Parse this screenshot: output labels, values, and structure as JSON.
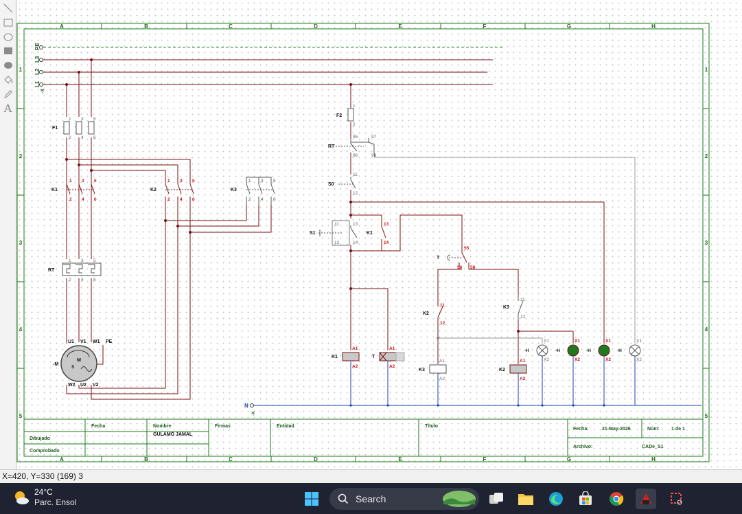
{
  "toolbar": {
    "tools": [
      "line-tool-icon",
      "rectangle-tool-icon",
      "ellipse-tool-icon",
      "filled-rectangle-tool-icon",
      "filled-ellipse-tool-icon",
      "fill-bucket-icon",
      "pen-icon",
      "text-tool-icon"
    ]
  },
  "frame": {
    "columns": [
      "A",
      "B",
      "C",
      "D",
      "E",
      "F",
      "G",
      "H"
    ],
    "rows": [
      "1",
      "2",
      "3",
      "4",
      "5"
    ]
  },
  "power": {
    "terminal_label": "-X",
    "lines": [
      "PE",
      "L3",
      "L2",
      "L1"
    ],
    "f1": {
      "label": "F1",
      "top": [
        "1",
        "3",
        "5"
      ],
      "bottom": [
        "2",
        "4",
        "6"
      ]
    },
    "k1": {
      "label": "K1",
      "top": [
        "1",
        "3",
        "5"
      ],
      "bottom": [
        "2",
        "4",
        "6"
      ]
    },
    "k2": {
      "label": "K2",
      "top": [
        "1",
        "3",
        "5"
      ],
      "bottom": [
        "2",
        "4",
        "6"
      ]
    },
    "k3": {
      "label": "K3",
      "top": [
        "1",
        "3",
        "5"
      ],
      "bottom": [
        "2",
        "4",
        "6"
      ]
    },
    "rt": {
      "label": "RT",
      "top": [
        "1",
        "3",
        "5"
      ],
      "bottom": [
        "2",
        "4",
        "6"
      ]
    },
    "motor": {
      "label": "-M",
      "name": "M",
      "phases": "3",
      "terminals": [
        "U1",
        "V1",
        "W1",
        "PE",
        "W2",
        "U2",
        "V2"
      ]
    }
  },
  "control": {
    "f2": {
      "label": "F2",
      "top": "1",
      "bottom": "2"
    },
    "rt": {
      "label": "RT",
      "nos": [
        "95",
        "97",
        "96",
        "98"
      ]
    },
    "s0": {
      "label": "S0",
      "top": "11",
      "bottom": "12"
    },
    "s1": {
      "label": "S1",
      "nos": [
        "11",
        "13",
        "12",
        "14"
      ]
    },
    "k1_aux": {
      "label": "K1",
      "top": "13",
      "bottom": "14"
    },
    "timer_contact": {
      "label": "T",
      "nos": [
        "55",
        "56",
        "58"
      ]
    },
    "k2_aux": {
      "label": "K2",
      "top": "11",
      "bottom": "12"
    },
    "k3_aux": {
      "label": "K3",
      "top": "11",
      "bottom": "12"
    },
    "coils": [
      {
        "label": "K1",
        "a1": "A1",
        "a2": "A2"
      },
      {
        "label": "T",
        "a1": "A1",
        "a2": "A2"
      },
      {
        "label": "K3",
        "a1": "A1",
        "a2": "A2"
      },
      {
        "label": "K2",
        "a1": "A1",
        "a2": "A2"
      }
    ],
    "lamps": [
      {
        "label": "-H",
        "x1": "X1",
        "x2": "X2"
      },
      {
        "label": "-H",
        "x1": "X1",
        "x2": "X2"
      },
      {
        "label": "-H",
        "x1": "X1",
        "x2": "X2"
      },
      {
        "label": "-H",
        "x1": "X1",
        "x2": "X2"
      }
    ],
    "neutral_label": "N",
    "neutral_terminal": "-X"
  },
  "title_block": {
    "fecha_col": "Fecha",
    "nombre_col": "Nombre",
    "firmas": "Firmas",
    "entidad": "Entidad",
    "titulo": "Título",
    "dibujado": "Dibujado",
    "comprobado": "Comprobado",
    "nombre_value": "GULAMO JAMAL",
    "fecha_label": "Fecha:",
    "fecha_value": "21-May-2026",
    "num_label": "Núm:",
    "num_value": "1 de 1",
    "archivo_label": "Archivo:",
    "archivo_value": "CADe_S1"
  },
  "statusbar": {
    "coords": "X=420, Y=330 (169) 3"
  },
  "taskbar": {
    "temperature": "24°C",
    "condition": "Parc. Ensol",
    "search_placeholder": "Search"
  },
  "colors": {
    "frame": "#1a7a1a",
    "power_wire": "#7a0f0f",
    "control_wire": "#7a0f0f",
    "neutral_wire": "#1a3fb5",
    "pe_wire": "#2a8a2a",
    "contact_num": "#cc1010",
    "text_dark": "#111111",
    "label_green": "#1a5a1a"
  }
}
